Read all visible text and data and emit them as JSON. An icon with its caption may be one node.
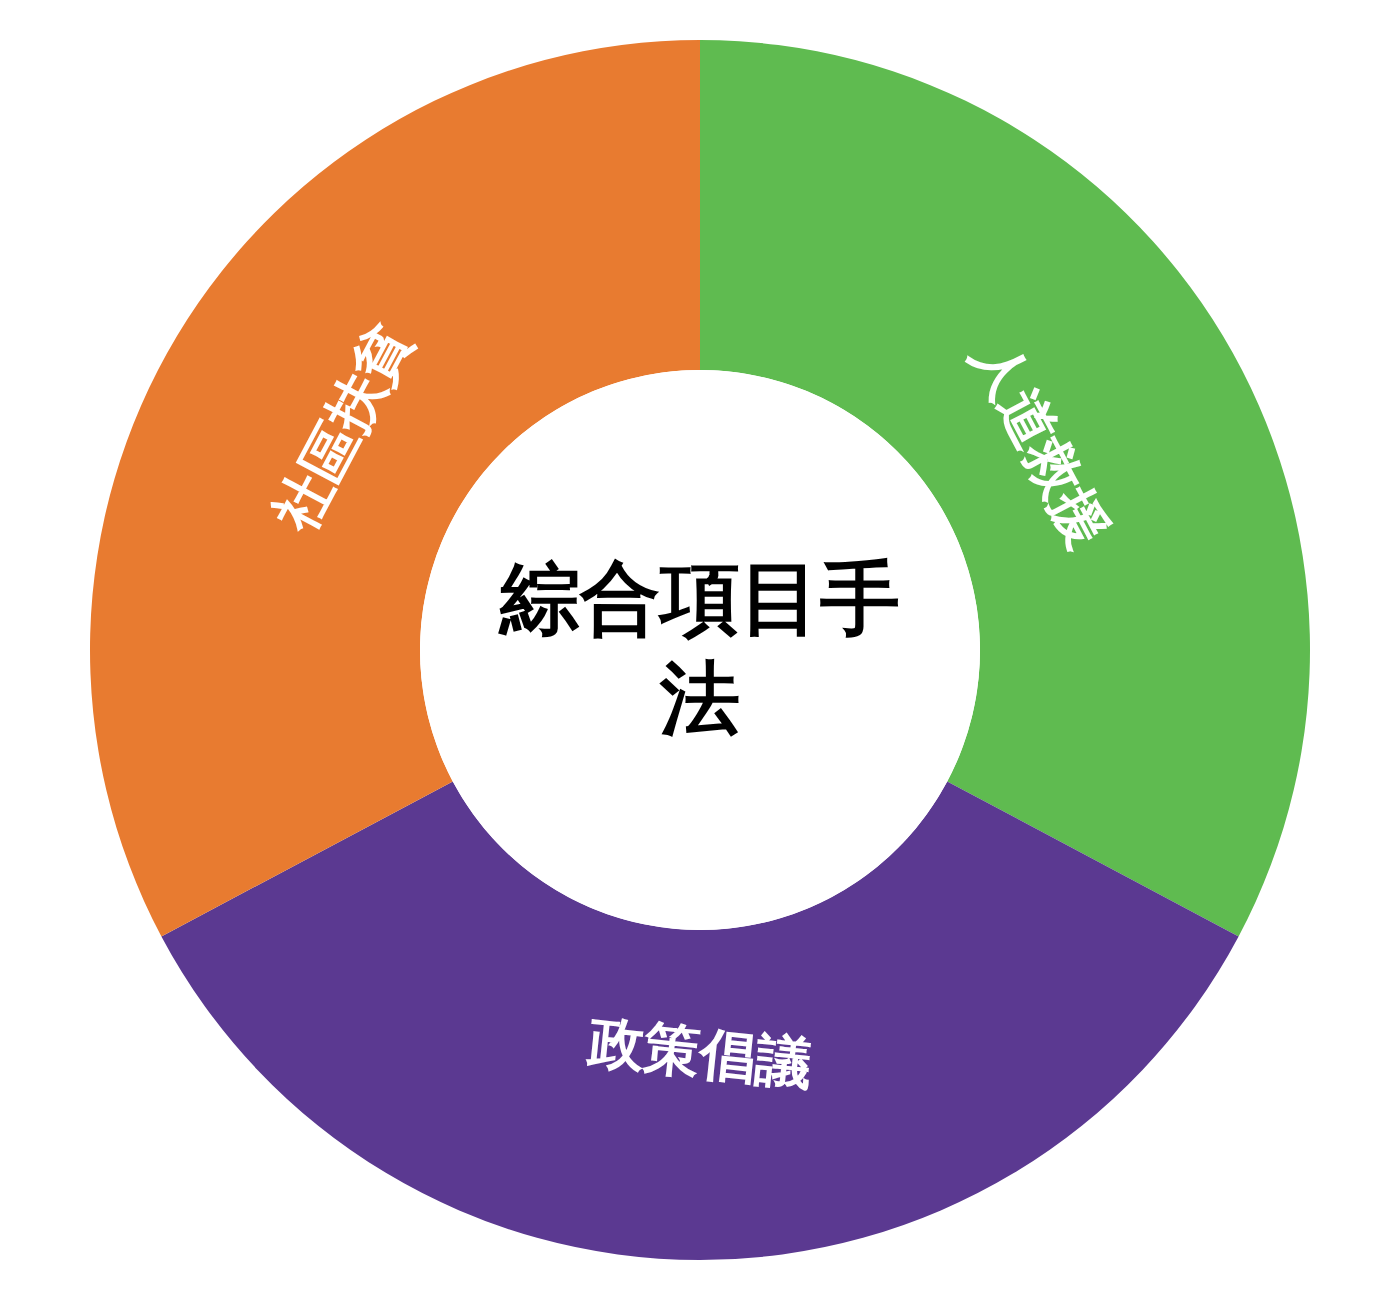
{
  "diagram": {
    "nodes": [
      {
        "text": [
          "綜合項目手法"
        ]
      },
      {
        "text": [
          "人道救援"
        ]
      },
      {
        "text": [
          "政策倡議"
        ]
      },
      {
        "text": [
          "社區扶貧"
        ]
      }
    ]
  }
}
